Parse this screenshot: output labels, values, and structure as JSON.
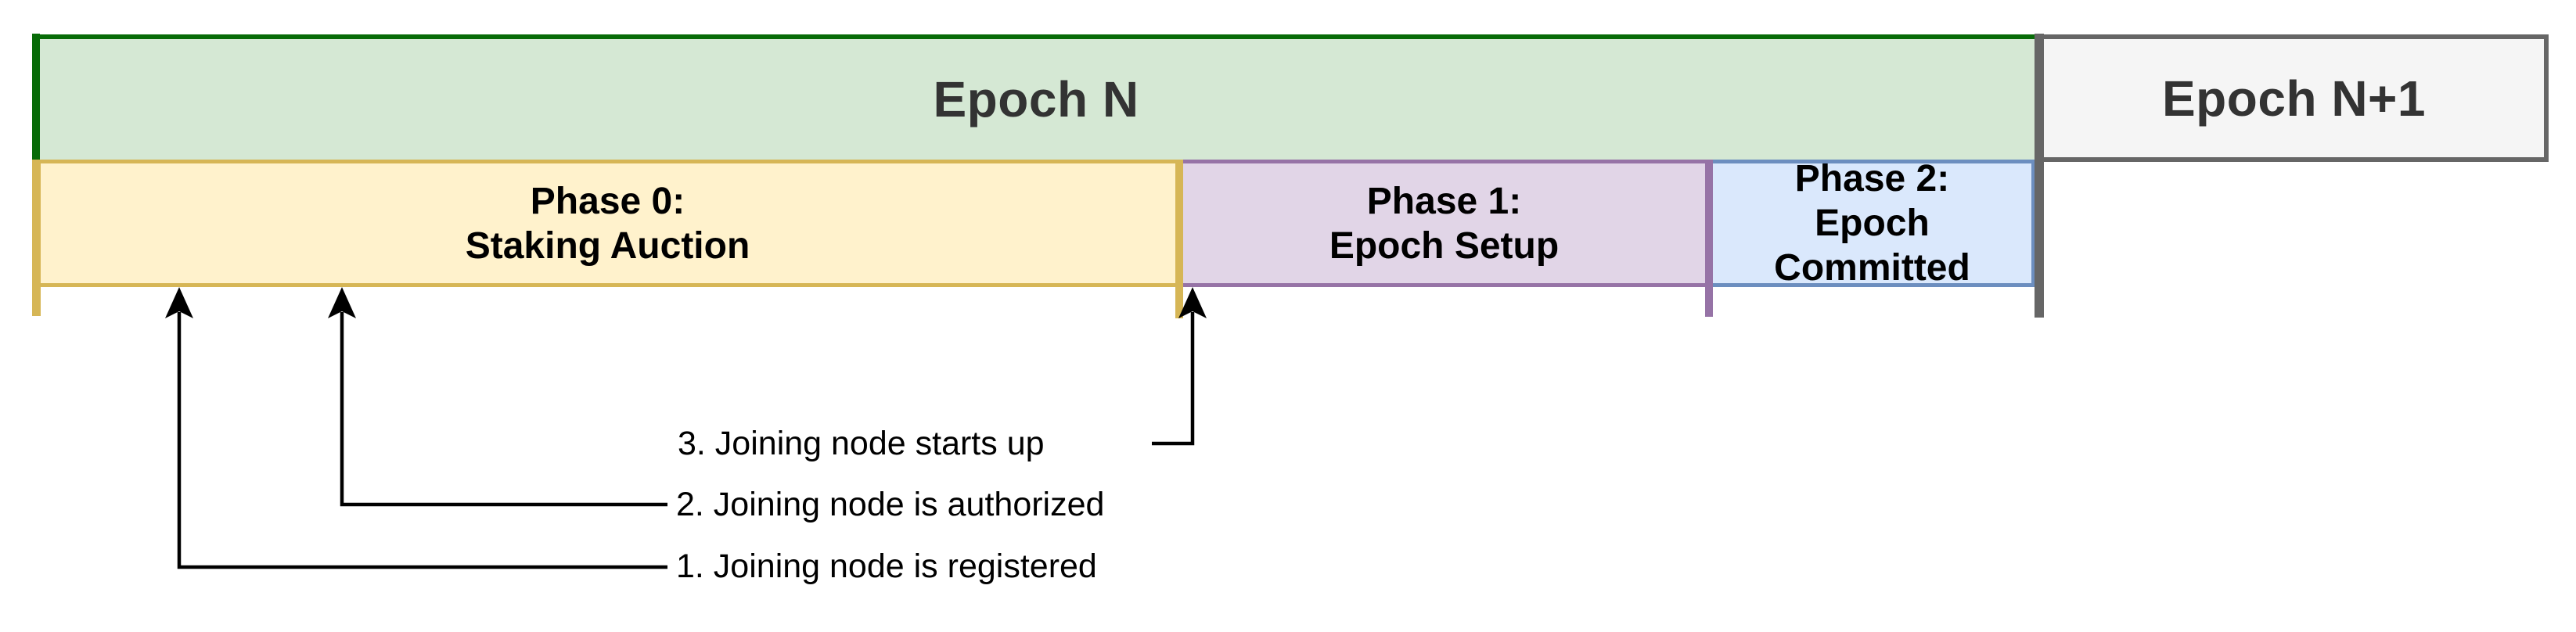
{
  "epochs": [
    {
      "label": "Epoch N"
    },
    {
      "label": "Epoch N+1"
    }
  ],
  "phases": [
    {
      "line1": "Phase 0:",
      "line2": "Staking Auction"
    },
    {
      "line1": "Phase 1:",
      "line2": "Epoch Setup"
    },
    {
      "line1": "Phase 2:",
      "line2": "Epoch Committed"
    }
  ],
  "annotations": [
    {
      "text": "1. Joining node is registered"
    },
    {
      "text": "2. Joining node is authorized"
    },
    {
      "text": "3. Joining node starts up"
    }
  ],
  "colors": {
    "epoch_n_fill": "#d5e8d4",
    "epoch_n_border": "#076b07",
    "epoch_next_fill": "#f5f5f5",
    "epoch_next_border": "#666666",
    "phase0_fill": "#fff2cc",
    "phase0_border": "#d6b656",
    "phase1_fill": "#e1d5e7",
    "phase1_border": "#9673a6",
    "phase2_fill": "#dae8fc",
    "phase2_border": "#6c8ebf",
    "epoch_boundary_marker": "#666666",
    "arrow": "#000000",
    "epoch_text": "#333333",
    "phase_text": "#000000"
  }
}
